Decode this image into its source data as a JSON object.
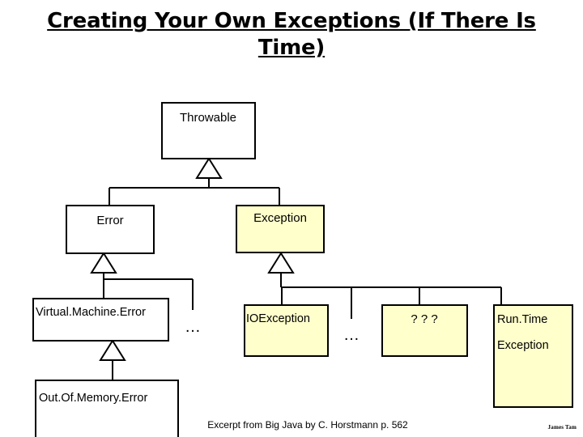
{
  "slide": {
    "title": "Creating Your Own Exceptions (If There Is Time)",
    "footer_note": "Excerpt from Big Java by C. Horstmann p. 562",
    "author_credit": "James Tam",
    "background_color": "#ffffff"
  },
  "palette": {
    "box_white": "#ffffff",
    "box_yellow": "#ffffcc",
    "stroke": "#000000",
    "text": "#000000"
  },
  "diagram": {
    "type": "uml-class-hierarchy",
    "nodes": [
      {
        "id": "throwable",
        "label": "Throwable",
        "fill": "#ffffff",
        "align": "center"
      },
      {
        "id": "error",
        "label": "Error",
        "fill": "#ffffff",
        "align": "center"
      },
      {
        "id": "exception",
        "label": "Exception",
        "fill": "#ffffcc",
        "align": "center"
      },
      {
        "id": "virtualmachineerror",
        "label": "Virtual.Machine.Error",
        "fill": "#ffffff",
        "align": "left"
      },
      {
        "id": "error-more",
        "label": "…",
        "fill": "none",
        "align": "center"
      },
      {
        "id": "ioexception",
        "label": "IOException",
        "fill": "#ffffcc",
        "align": "left"
      },
      {
        "id": "exception-more",
        "label": "…",
        "fill": "none",
        "align": "center"
      },
      {
        "id": "unknown",
        "label": "? ? ?",
        "fill": "#ffffcc",
        "align": "center"
      },
      {
        "id": "runtimeexception",
        "label_line1": "Run.Time",
        "label_line2": "Exception",
        "fill": "#ffffcc",
        "align": "left"
      },
      {
        "id": "outofmemoryerror",
        "label": "Out.Of.Memory.Error",
        "fill": "#ffffff",
        "align": "left"
      }
    ],
    "edges": [
      {
        "from": "error",
        "to": "throwable",
        "kind": "generalization"
      },
      {
        "from": "exception",
        "to": "throwable",
        "kind": "generalization"
      },
      {
        "from": "virtualmachineerror",
        "to": "error",
        "kind": "generalization"
      },
      {
        "from": "error-more",
        "to": "error",
        "kind": "generalization"
      },
      {
        "from": "ioexception",
        "to": "exception",
        "kind": "generalization"
      },
      {
        "from": "exception-more",
        "to": "exception",
        "kind": "generalization"
      },
      {
        "from": "unknown",
        "to": "exception",
        "kind": "generalization"
      },
      {
        "from": "runtimeexception",
        "to": "exception",
        "kind": "generalization"
      },
      {
        "from": "outofmemoryerror",
        "to": "virtualmachineerror",
        "kind": "generalization"
      }
    ]
  }
}
